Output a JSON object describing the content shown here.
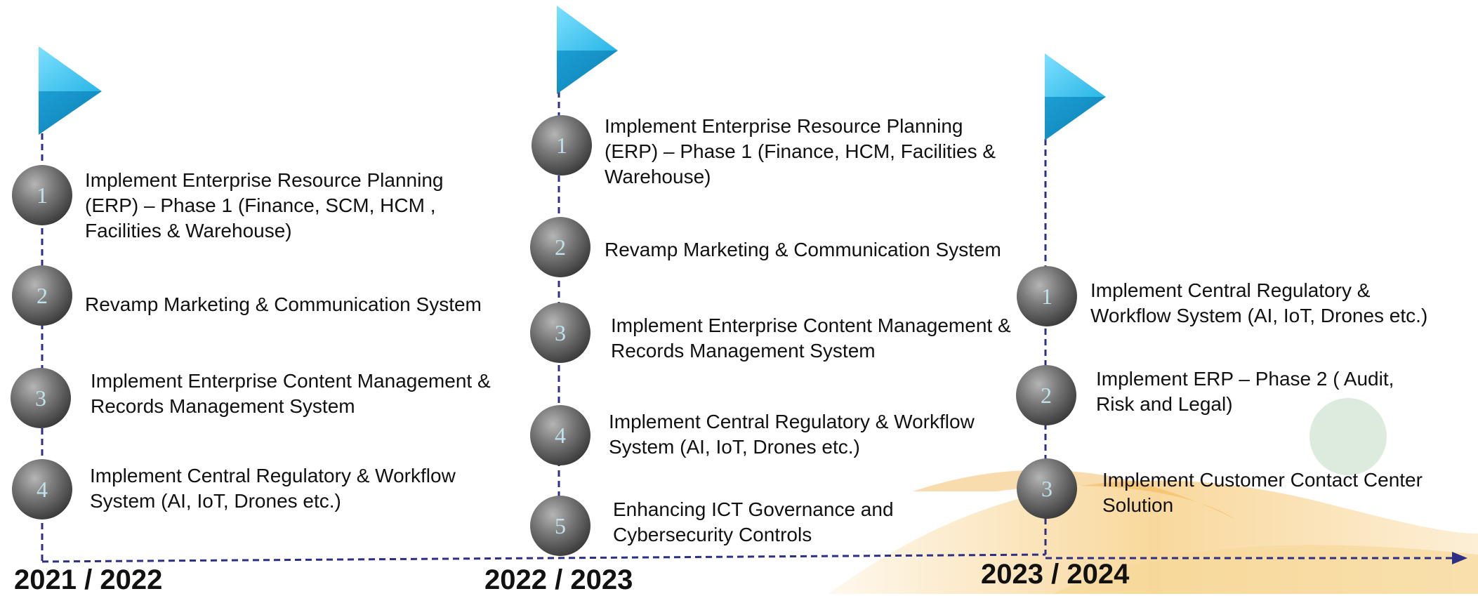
{
  "colors": {
    "flag": "#29b6e6",
    "axis": "#2b2f86",
    "bubble": "#707070",
    "bubble_number": "#bfe3ea",
    "swoosh": "#f5c264",
    "circle_accent": "#cfe3d2"
  },
  "icons": {
    "flag": "pennant-flag-icon",
    "bubble": "numbered-sphere-icon",
    "arrow": "arrow-right-icon"
  },
  "phases": [
    {
      "year": "2021 / 2022",
      "items": [
        {
          "number": "1",
          "text": "Implement Enterprise Resource Planning\n(ERP) – Phase 1 (Finance, SCM, HCM ,\nFacilities & Warehouse)"
        },
        {
          "number": "2",
          "text": "Revamp Marketing & Communication System"
        },
        {
          "number": "3",
          "text": "Implement Enterprise Content Management &\nRecords Management System"
        },
        {
          "number": "4",
          "text": "Implement Central Regulatory & Workflow\nSystem (AI, IoT, Drones etc.)"
        }
      ]
    },
    {
      "year": "2022 / 2023",
      "items": [
        {
          "number": "1",
          "text": "Implement Enterprise Resource Planning\n(ERP) – Phase 1 (Finance, HCM, Facilities &\nWarehouse)"
        },
        {
          "number": "2",
          "text": "Revamp Marketing & Communication System"
        },
        {
          "number": "3",
          "text": "Implement Enterprise Content Management &\nRecords Management System"
        },
        {
          "number": "4",
          "text": "Implement Central Regulatory & Workflow\nSystem (AI, IoT, Drones etc.)"
        },
        {
          "number": "5",
          "text": "Enhancing ICT Governance and\nCybersecurity Controls"
        }
      ]
    },
    {
      "year": "2023 / 2024",
      "items": [
        {
          "number": "1",
          "text": "Implement Central Regulatory &\nWorkflow System (AI, IoT, Drones etc.)"
        },
        {
          "number": "2",
          "text": "Implement ERP – Phase 2 ( Audit,\nRisk and Legal)"
        },
        {
          "number": "3",
          "text": "Implement Customer Contact Center\nSolution"
        }
      ]
    }
  ]
}
